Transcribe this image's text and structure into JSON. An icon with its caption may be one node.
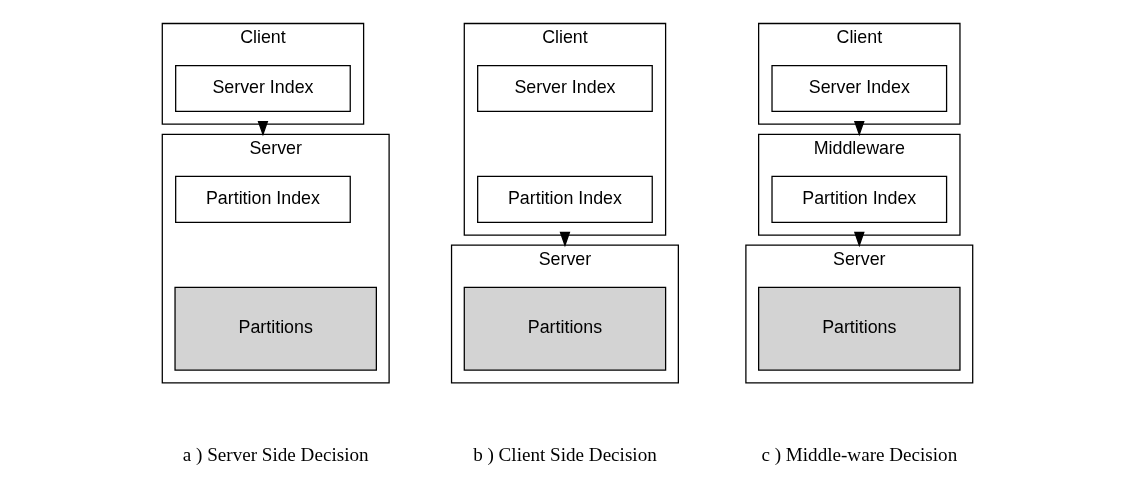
{
  "diagram": {
    "nodes": [
      {
        "text": [
          "Client"
        ]
      },
      {
        "text": [
          "Server Index"
        ],
        "in": 0
      },
      {
        "text": [
          "Server"
        ]
      },
      {
        "text": [
          "Partition Index"
        ],
        "in": 2
      },
      {
        "text": [
          "Partitions"
        ],
        "in": 2
      },
      {
        "text": [
          "Client"
        ]
      },
      {
        "text": [
          "Server Index"
        ],
        "in": 5
      },
      {
        "text": [
          "Partition Index"
        ],
        "in": 5
      },
      {
        "text": [
          "Server"
        ]
      },
      {
        "text": [
          "Partitions"
        ],
        "in": 8
      },
      {
        "text": [
          "Client"
        ]
      },
      {
        "text": [
          "Server Index"
        ],
        "in": 10
      },
      {
        "text": [
          "Middleware"
        ]
      },
      {
        "text": [
          "Partition Index"
        ],
        "in": 12
      },
      {
        "text": [
          "Server"
        ]
      },
      {
        "text": [
          "Partitions"
        ],
        "in": 14
      }
    ],
    "edges": [
      {
        "from": 0,
        "to": 2,
        "arrow": "to"
      },
      {
        "from": 5,
        "to": 8,
        "arrow": "to"
      },
      {
        "from": 10,
        "to": 12,
        "arrow": "to"
      },
      {
        "from": 12,
        "to": 14,
        "arrow": "to"
      }
    ],
    "labels": [
      "a ) Server Side Decision",
      "b ) Client Side Decision",
      "c ) Middle-ware Decision"
    ]
  }
}
